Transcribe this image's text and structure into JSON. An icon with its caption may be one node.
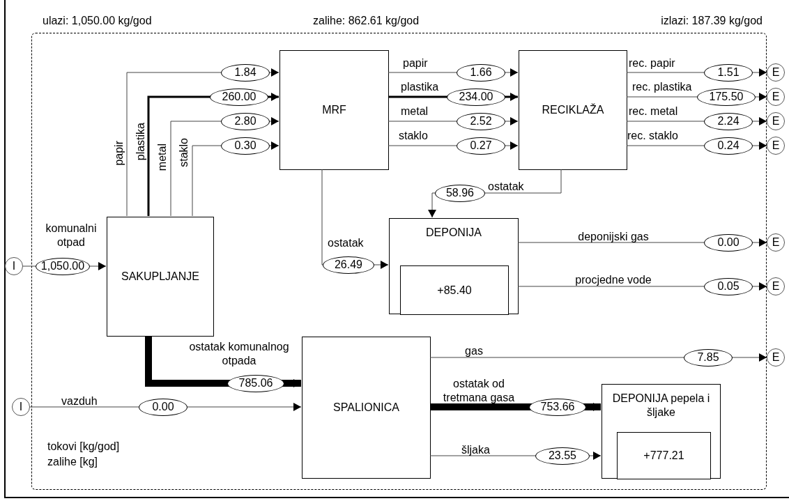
{
  "diagram": {
    "nodes": [
      {
        "text": [
          "ulazi: 1,050.00 kg/god",
          "zalihe: 862.61 kg/god",
          "izlazi: 187.39 kg/god"
        ]
      },
      {
        "text": [
          "MRF"
        ],
        "in": 0
      },
      {
        "text": [
          "RECIKLAŽA"
        ],
        "in": 0
      },
      {
        "text": [
          "SAKUPLJANJE"
        ],
        "in": 0
      },
      {
        "text": [
          "DEPONIJA"
        ],
        "in": 0
      },
      {
        "text": [
          "+85.40"
        ],
        "in": 4
      },
      {
        "text": [
          "SPALIONICA"
        ],
        "in": 0
      },
      {
        "text": [
          "DEPONIJA pepela i šljake"
        ],
        "in": 0
      },
      {
        "text": [
          "+777.21"
        ],
        "in": 7
      },
      {
        "text": [
          "I"
        ]
      },
      {
        "text": [
          "I"
        ]
      },
      {
        "text": [
          "E"
        ]
      },
      {
        "text": [
          "E"
        ]
      },
      {
        "text": [
          "E"
        ]
      },
      {
        "text": [
          "E"
        ]
      },
      {
        "text": [
          "E"
        ]
      },
      {
        "text": [
          "E"
        ]
      },
      {
        "text": [
          "E"
        ]
      }
    ],
    "edges": [
      {
        "from": 9,
        "to": 3,
        "arrow": "to",
        "label": "1,050.00"
      },
      {
        "from": 3,
        "to": 1,
        "arrow": "to",
        "label": "1.84"
      },
      {
        "from": 3,
        "to": 1,
        "arrow": "to",
        "label": "260.00",
        "style": "thick"
      },
      {
        "from": 3,
        "to": 1,
        "arrow": "to",
        "label": "2.80"
      },
      {
        "from": 3,
        "to": 1,
        "arrow": "to",
        "label": "0.30"
      },
      {
        "from": 1,
        "to": 2,
        "arrow": "to",
        "label": "1.66"
      },
      {
        "from": 1,
        "to": 2,
        "arrow": "to",
        "label": "234.00",
        "style": "thick"
      },
      {
        "from": 1,
        "to": 2,
        "arrow": "to",
        "label": "2.52"
      },
      {
        "from": 1,
        "to": 2,
        "arrow": "to",
        "label": "0.27"
      },
      {
        "from": 2,
        "to": 11,
        "arrow": "to",
        "label": "1.51"
      },
      {
        "from": 2,
        "to": 12,
        "arrow": "to",
        "label": "175.50"
      },
      {
        "from": 2,
        "to": 13,
        "arrow": "to",
        "label": "2.24"
      },
      {
        "from": 2,
        "to": 14,
        "arrow": "to",
        "label": "0.24"
      },
      {
        "from": 2,
        "to": 4,
        "arrow": "to",
        "label": "58.96"
      },
      {
        "from": 1,
        "to": 4,
        "arrow": "to",
        "label": "26.49"
      },
      {
        "from": 4,
        "to": 15,
        "arrow": "to",
        "label": "0.00"
      },
      {
        "from": 4,
        "to": 16,
        "arrow": "to",
        "label": "0.05"
      },
      {
        "from": 3,
        "to": 6,
        "arrow": "to",
        "label": "785.06",
        "style": "thick"
      },
      {
        "from": 10,
        "to": 6,
        "arrow": "to",
        "label": "0.00"
      },
      {
        "from": 6,
        "to": 17,
        "arrow": "to",
        "label": "7.85"
      },
      {
        "from": 6,
        "to": 7,
        "arrow": "to",
        "label": "753.66",
        "style": "thick"
      },
      {
        "from": 6,
        "to": 7,
        "arrow": "to",
        "label": "23.55"
      }
    ],
    "labels": [
      "komunalni otpad",
      "papir",
      "plastika",
      "metal",
      "staklo",
      "papir",
      "plastika",
      "metal",
      "staklo",
      "rec. papir",
      "rec. plastika",
      "rec. metal",
      "rec. staklo",
      "ostatak",
      "ostatak",
      "deponijski gas",
      "procjedne vode",
      "ostatak komunalnog otpada",
      "gas",
      "ostatak od tretmana gasa",
      "vazduh",
      "šljaka",
      "tokovi [kg/god]",
      "zalihe [kg]"
    ]
  }
}
